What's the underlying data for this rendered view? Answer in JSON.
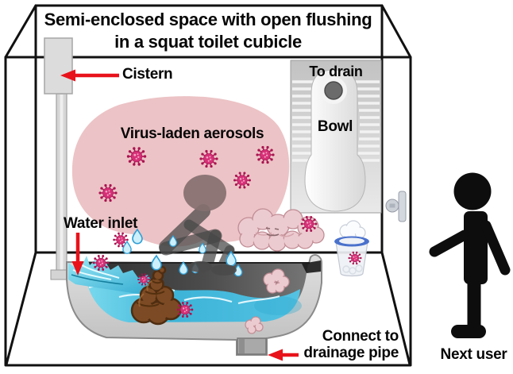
{
  "title": {
    "line1": "Semi-enclosed space with open flushing",
    "line2": "in a squat toilet cubicle"
  },
  "labels": {
    "cistern": "Cistern",
    "water_inlet": "Water inlet",
    "aerosols": "Virus-laden aerosols",
    "to_drain": "To drain",
    "bowl": "Bowl",
    "connect_line1": "Connect to",
    "connect_line2": "drainage pipe",
    "next_user": "Next user"
  },
  "icons": {
    "virus": "virus-icon",
    "droplet": "water-droplet-icon",
    "feces": "feces-icon",
    "fecal_cloud": "fecal-cloud-icon",
    "waste_bin": "waste-bin-icon",
    "door_latch": "door-latch-icon",
    "squatting_person": "squatting-person-icon",
    "next_user_person": "walking-person-icon",
    "annotation_arrow": "red-arrow-icon"
  },
  "colors": {
    "annotation_arrow": "#e8121b",
    "aerosol_cloud": "#ecc3c6",
    "virus": "#d63077",
    "flush_water": "#3db4d8",
    "feces": "#7c4a24",
    "bin_rim": "#4a71cc",
    "silhouette": "#0d0d0d",
    "wireframe": "#111111"
  }
}
